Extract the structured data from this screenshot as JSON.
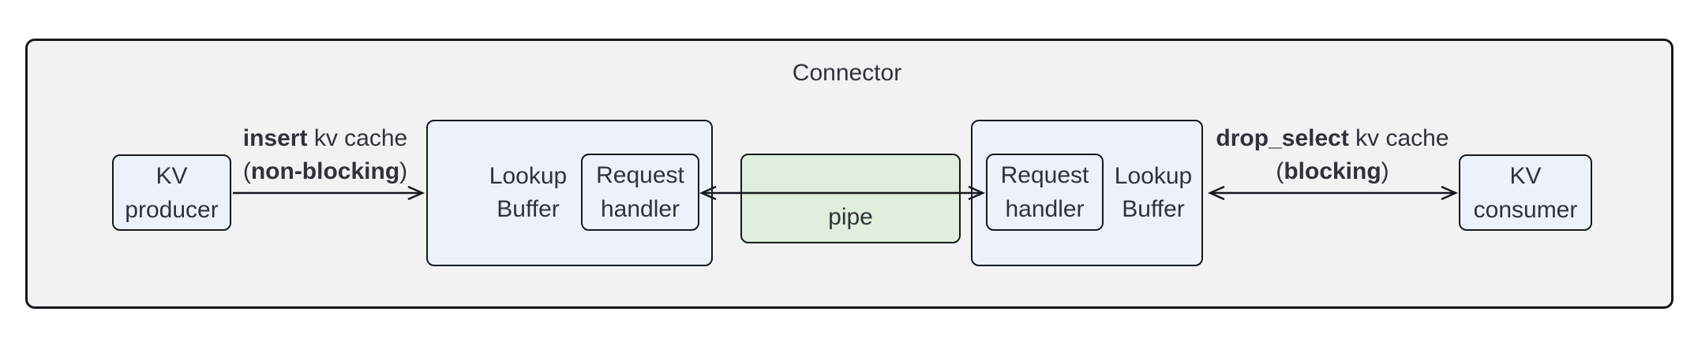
{
  "diagram": {
    "title": "Connector",
    "colors": {
      "container_fill": "#f2f2f3",
      "node_fill": "#edf1fa",
      "pipe_fill": "#dfeedd",
      "border": "#15181c",
      "text": "#2f3338"
    },
    "nodes": {
      "kv_producer": {
        "line1": "KV",
        "line2": "producer"
      },
      "lookup_buffer_left": {
        "line1": "Lookup",
        "line2": "Buffer"
      },
      "request_handler_left": {
        "line1": "Request",
        "line2": "handler"
      },
      "pipe": {
        "label": "pipe"
      },
      "request_handler_right": {
        "line1": "Request",
        "line2": "handler"
      },
      "lookup_buffer_right": {
        "line1": "Lookup",
        "line2": "Buffer"
      },
      "kv_consumer": {
        "line1": "KV",
        "line2": "consumer"
      }
    },
    "edges": {
      "insert": {
        "bold": "insert",
        "normal": " kv cache",
        "paren_open": "(",
        "bold2": "non-blocking",
        "paren_close": ")"
      },
      "drop_select": {
        "bold": "drop_select",
        "normal": " kv cache",
        "paren_open": "(",
        "bold2": "blocking",
        "paren_close": ")"
      }
    }
  }
}
